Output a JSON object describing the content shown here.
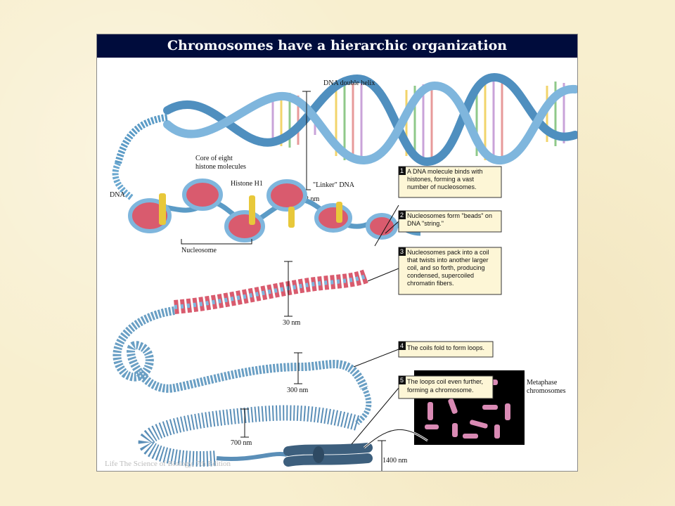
{
  "slide": {
    "title": "Chromosomes have a hierarchic organization",
    "credit": "Life The Science of Biology, 7th Edition"
  },
  "labels": {
    "dna_double_helix": "DNA double helix",
    "two_nm": "2 nm",
    "core_line1": "Core of eight",
    "core_line2": "histone molecules",
    "histone_h1": "Histone H1",
    "linker_dna": "\"Linker\" DNA",
    "dna": "DNA",
    "nucleosome": "Nucleosome",
    "thirty_nm": "30 nm",
    "three_hundred_nm": "300 nm",
    "seven_hundred_nm": "700 nm",
    "fourteen_hundred_nm": "1400 nm",
    "metaphase_line1": "Metaphase",
    "metaphase_line2": "chromosomes"
  },
  "steps": [
    {
      "number": "1",
      "lines": [
        "A DNA molecule binds with",
        "histones, forming a vast",
        "number of nucleosomes."
      ]
    },
    {
      "number": "2",
      "lines": [
        "Nucleosomes form \"beads\" on",
        "DNA \"string.\""
      ]
    },
    {
      "number": "3",
      "lines": [
        "Nucleosomes pack into a coil",
        "that twists into another larger",
        "coil, and so forth, producing",
        "condensed, supercoiled",
        "chromatin fibers."
      ]
    },
    {
      "number": "4",
      "lines": [
        "The coils fold to form loops."
      ]
    },
    {
      "number": "5",
      "lines": [
        "The loops coil even further,",
        "forming a chromosome."
      ]
    }
  ],
  "colors": {
    "title_bar": "#000c3c",
    "helix_blue": "#5b9bc6",
    "histone_red": "#d95b6e",
    "histone_h1_yellow": "#e8c83a",
    "callout_fill": "#fdf6d6",
    "micrograph_bg": "#000000",
    "chromosome_pink": "#d98ab4"
  }
}
